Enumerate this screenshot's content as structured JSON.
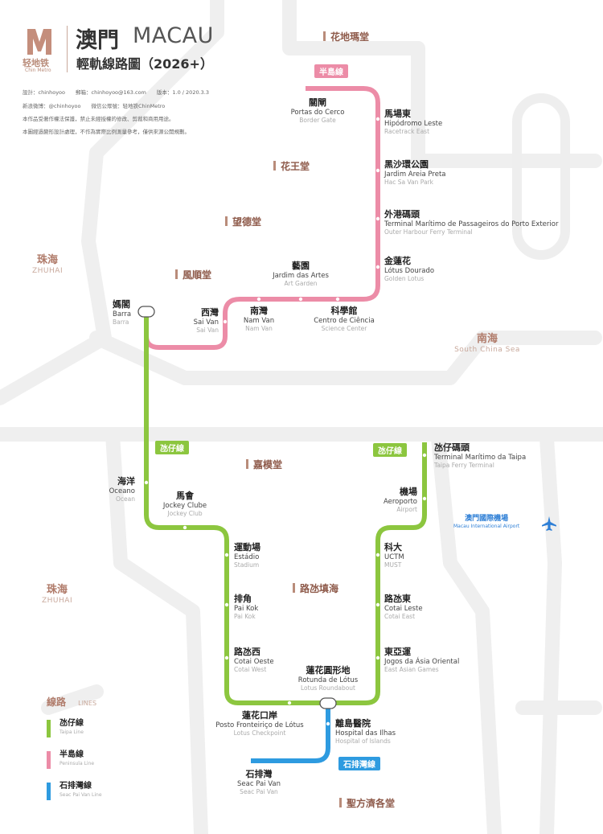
{
  "header": {
    "logo_letter": "M",
    "logo_text": "轻地铁",
    "logo_sub": "Chin Metro",
    "title_zh": "澳門",
    "title_en": "MACAU",
    "subtitle": "輕軌線路圖（2026+）",
    "credit_line1": "設計：chinhoyoo　　郵箱：chinhoyoo@163.com　　版本：1.0 / 2020.3.3",
    "credit_line2": "新浪微博：@chinhoyoo　　微信公眾號：轻地铁ChinMetro",
    "credit_line3": "本作品受著作權法保護，禁止未經授權的修改、剪裁和商用用途。",
    "credit_line4": "本圖經過變形設計處理，不作為實際比例測量參考，僅供來源公開規劃。"
  },
  "colors": {
    "peninsula": "#ec8ca7",
    "taipa": "#8cc63f",
    "seacpaivan": "#2e9be0",
    "district": "#8e5a4a",
    "road": "#ececec"
  },
  "lines": {
    "peninsula_badge": "半島線",
    "taipa_badge_1": "氹仔線",
    "taipa_badge_2": "氹仔線",
    "seacpaivan_badge": "石排灣線"
  },
  "stations": {
    "portas": {
      "zh": "關閘",
      "pt": "Portas do Cerco",
      "en": "Border Gate"
    },
    "hipodromo": {
      "zh": "馬場東",
      "pt": "Hipódromo Leste",
      "en": "Racetrack East"
    },
    "areia": {
      "zh": "黑沙環公園",
      "pt": "Jardim Areia Preta",
      "en": "Hac Sa Van Park"
    },
    "ferry_outer": {
      "zh": "外港碼頭",
      "pt": "Terminal Marítimo de Passageiros do Porto Exterior",
      "en": "Outer Harbour Ferry Terminal"
    },
    "lotus_dourado": {
      "zh": "金蓮花",
      "pt": "Lótus Dourado",
      "en": "Golden Lotus"
    },
    "artes": {
      "zh": "藝園",
      "pt": "Jardim das Artes",
      "en": "Art Garden"
    },
    "ciencia": {
      "zh": "科學館",
      "pt": "Centro de Ciência",
      "en": "Science Center"
    },
    "namvan": {
      "zh": "南灣",
      "pt": "Nam Van",
      "en": "Nam Van"
    },
    "saivan": {
      "zh": "西灣",
      "pt": "Sai Van",
      "en": "Sai Van"
    },
    "barra": {
      "zh": "媽閣",
      "pt": "Barra",
      "en": "Barra"
    },
    "oceano": {
      "zh": "海洋",
      "pt": "Oceano",
      "en": "Ocean"
    },
    "jockey": {
      "zh": "馬會",
      "pt": "Jockey Clube",
      "en": "Jockey Club"
    },
    "estadio": {
      "zh": "運動場",
      "pt": "Estádio",
      "en": "Stadium"
    },
    "paikok": {
      "zh": "排角",
      "pt": "Pai Kok",
      "en": "Pai Kok"
    },
    "cotai_oeste": {
      "zh": "路氹西",
      "pt": "Cotai Oeste",
      "en": "Cotai West"
    },
    "rotunda": {
      "zh": "蓮花圓形地",
      "pt": "Rotunda de Lótus",
      "en": "Lotus Roundabout"
    },
    "posto": {
      "zh": "蓮花口岸",
      "pt": "Posto Fronteiriço de Lótus",
      "en": "Lotus Checkpoint"
    },
    "hospital": {
      "zh": "離島醫院",
      "pt": "Hospital das Ilhas",
      "en": "Hospital of Islands"
    },
    "seac": {
      "zh": "石排灣",
      "pt": "Seac Pai Van",
      "en": "Seac Pai Van"
    },
    "taipa_ferry": {
      "zh": "氹仔碼頭",
      "pt": "Terminal Marítimo da Taipa",
      "en": "Taipa Ferry Terminal"
    },
    "aeroporto": {
      "zh": "機場",
      "pt": "Aeroporto",
      "en": "Airport"
    },
    "uctm": {
      "zh": "科大",
      "pt": "UCTM",
      "en": "MUST"
    },
    "cotai_leste": {
      "zh": "路氹東",
      "pt": "Cotai Leste",
      "en": "Cotai East"
    },
    "jogos": {
      "zh": "東亞運",
      "pt": "Jogos da Ásia Oriental",
      "en": "East Asian Games"
    }
  },
  "districts": {
    "fatima": "花地瑪堂",
    "flower_king": "花王堂",
    "st_lazarus": "望德堂",
    "feng_shun": "風順堂",
    "carmo": "嘉模堂",
    "cotai": "路氹填海",
    "st_francis": "聖方濟各堂"
  },
  "regions": {
    "zhuhai1_zh": "珠海",
    "zhuhai1_en": "ZHUHAI",
    "zhuhai2_zh": "珠海",
    "zhuhai2_en": "ZHUHAI",
    "sea_zh": "南海",
    "sea_en": "South China Sea"
  },
  "airport": {
    "zh": "澳門國際機場",
    "en": "Macau International Airport",
    "icon": "airplane-icon"
  },
  "legend": {
    "title": "線路",
    "title_en": "LINES",
    "items": [
      {
        "zh": "氹仔線",
        "en": "Taipa Line"
      },
      {
        "zh": "半島線",
        "en": "Peninsula Line"
      },
      {
        "zh": "石排灣線",
        "en": "Seac Pai Van Line"
      }
    ]
  }
}
